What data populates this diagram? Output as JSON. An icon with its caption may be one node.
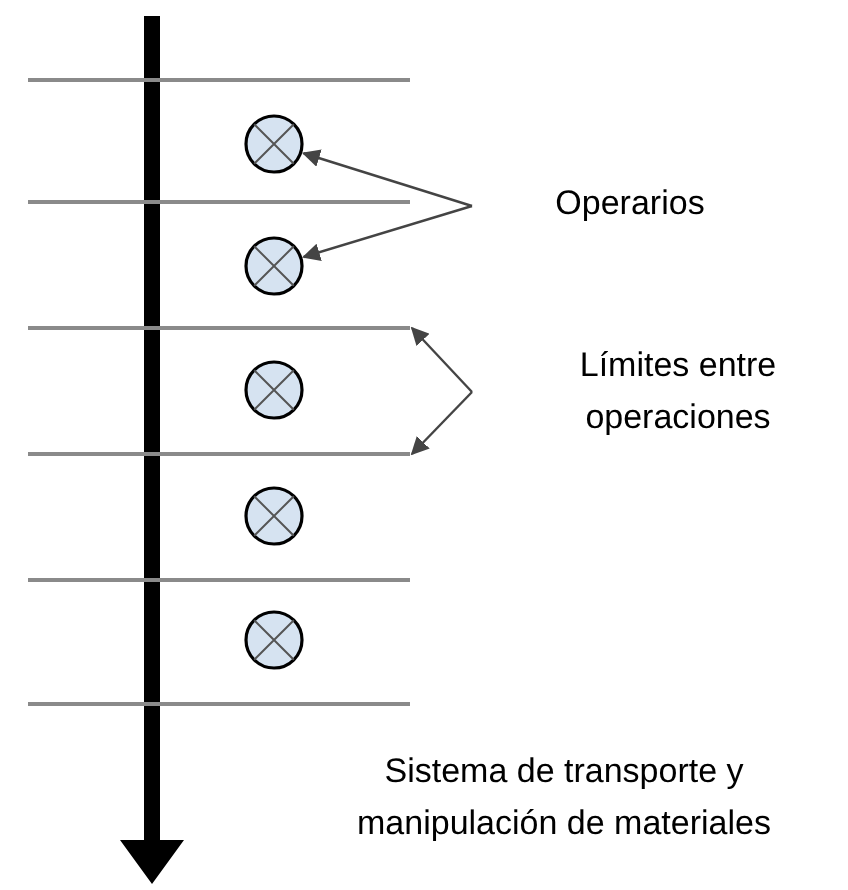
{
  "diagram": {
    "nodes": [
      {
        "text": [
          "Operarios"
        ]
      },
      {
        "text": [
          "Límites entre operaciones"
        ]
      },
      {
        "text": [],
        "shape": "circle"
      },
      {
        "text": [],
        "shape": "circle"
      },
      {
        "text": [],
        "shape": "circle"
      },
      {
        "text": [],
        "shape": "circle"
      },
      {
        "text": [],
        "shape": "circle"
      },
      {
        "text": [],
        "shape": "line"
      },
      {
        "text": [],
        "shape": "line"
      },
      {
        "text": [],
        "shape": "line"
      },
      {
        "text": [],
        "shape": "line"
      },
      {
        "text": [],
        "shape": "line"
      },
      {
        "text": [],
        "shape": "line"
      }
    ],
    "edges": [
      {
        "from": 0,
        "to": 2,
        "arrow": "to"
      },
      {
        "from": 0,
        "to": 3,
        "arrow": "to"
      },
      {
        "from": 1,
        "to": 9,
        "arrow": "to"
      },
      {
        "from": 1,
        "to": 10,
        "arrow": "to"
      }
    ],
    "labels": [
      "Sistema de transporte y manipulación de materiales"
    ]
  }
}
